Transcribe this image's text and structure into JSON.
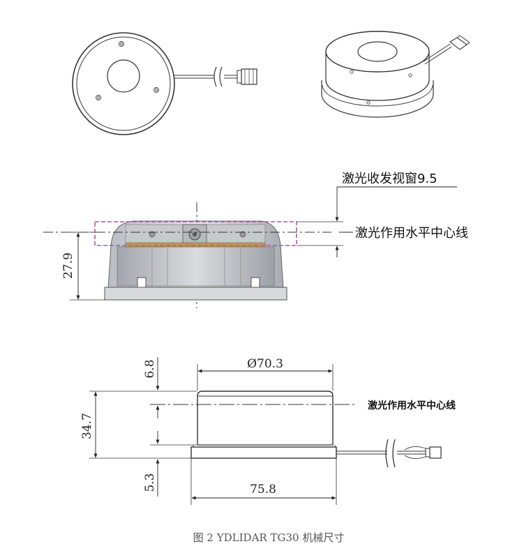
{
  "side_view": {
    "window_label": "激光收发视窗9.5",
    "centerline_label": "激光作用水平中心线",
    "height_dim": "27.9"
  },
  "front_view": {
    "top_dim": "6.8",
    "body_dim": "34.7",
    "base_dim": "5.3",
    "top_diameter_dim": "Ø70.3",
    "base_width_dim": "75.8",
    "centerline_label": "激光作用水平中心线"
  },
  "caption": "图 2 YDLIDAR TG30 机械尺寸"
}
